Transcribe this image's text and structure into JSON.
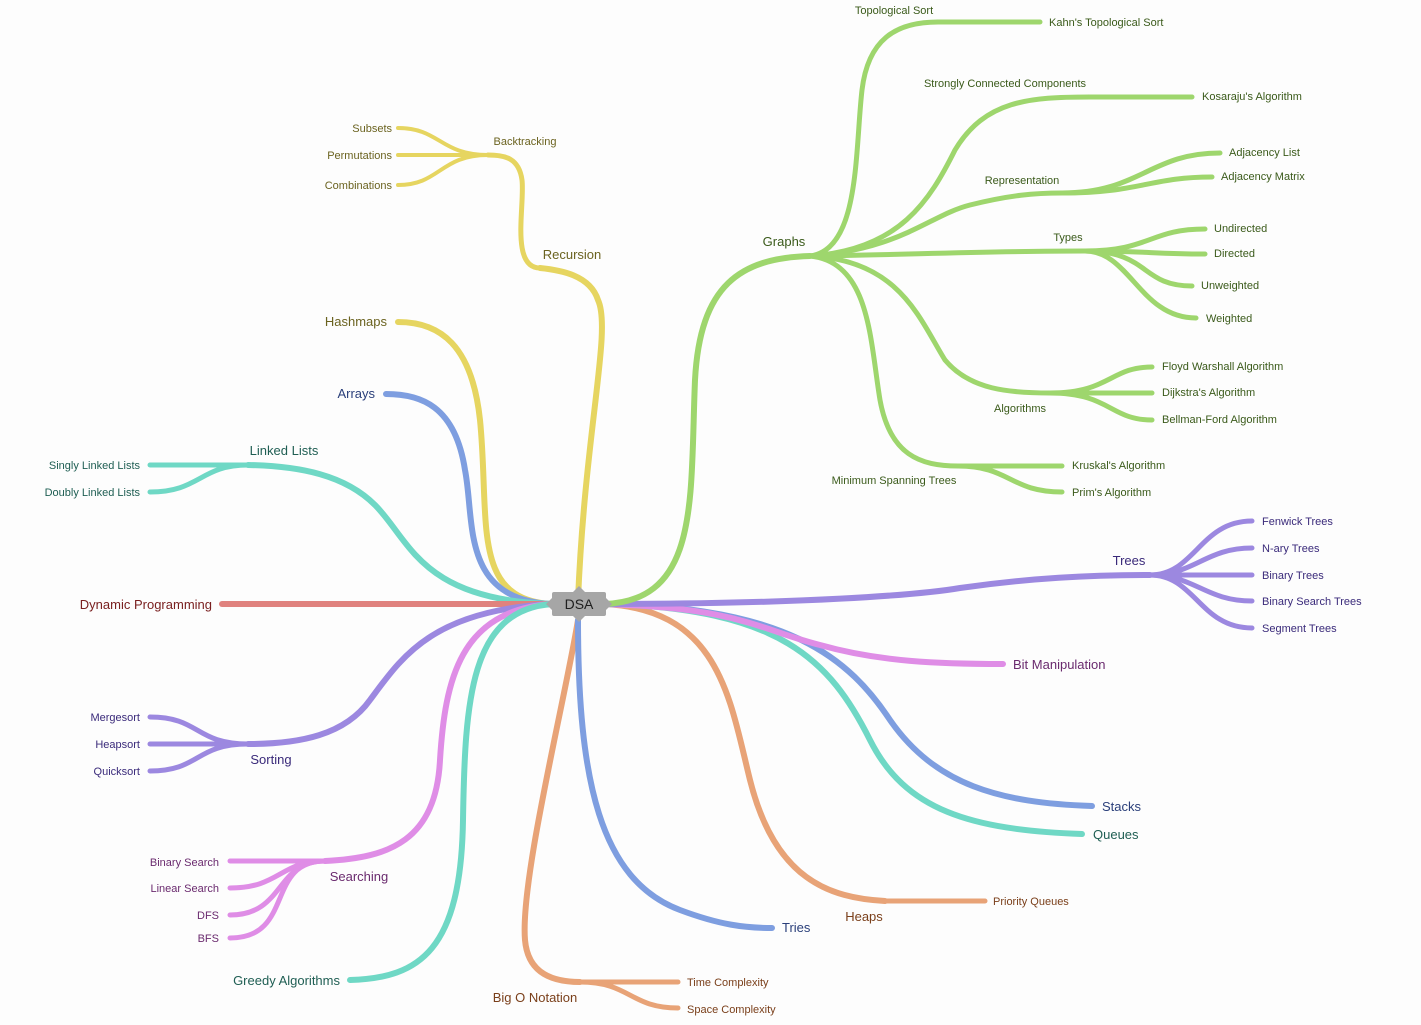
{
  "root": "DSA",
  "colors": {
    "recursion": "#e6d560",
    "hashmaps": "#e6d560",
    "arrays": "#7e9ee0",
    "linked": "#6fd8c5",
    "dp": "#e0827e",
    "sorting": "#9c88e0",
    "searching": "#df8de6",
    "greedy": "#6fd8c5",
    "bigo": "#e8a377",
    "tries": "#7e9ee0",
    "heaps": "#e8a377",
    "queues": "#6fd8c5",
    "stacks": "#7e9ee0",
    "bit": "#df8de6",
    "trees": "#9c88e0",
    "graphs": "#9ed66d"
  },
  "nodes": {
    "recursion": "Recursion",
    "backtracking": "Backtracking",
    "subsets": "Subsets",
    "permutations": "Permutations",
    "combinations": "Combinations",
    "hashmaps": "Hashmaps",
    "arrays": "Arrays",
    "linked_lists": "Linked Lists",
    "singly": "Singly Linked Lists",
    "doubly": "Doubly Linked Lists",
    "dp": "Dynamic Programming",
    "sorting": "Sorting",
    "mergesort": "Mergesort",
    "heapsort": "Heapsort",
    "quicksort": "Quicksort",
    "searching": "Searching",
    "binary_search": "Binary Search",
    "linear_search": "Linear Search",
    "dfs": "DFS",
    "bfs": "BFS",
    "greedy": "Greedy Algorithms",
    "bigo": "Big O Notation",
    "time": "Time Complexity",
    "space": "Space Complexity",
    "tries": "Tries",
    "heaps": "Heaps",
    "priority": "Priority Queues",
    "queues": "Queues",
    "stacks": "Stacks",
    "bit": "Bit Manipulation",
    "trees": "Trees",
    "fenwick": "Fenwick Trees",
    "nary": "N-ary Trees",
    "binary_trees": "Binary Trees",
    "bst": "Binary Search Trees",
    "segment": "Segment Trees",
    "graphs": "Graphs",
    "topo": "Topological Sort",
    "kahn": "Kahn's Topological Sort",
    "scc": "Strongly Connected Components",
    "kosaraju": "Kosaraju's Algorithm",
    "representation": "Representation",
    "adj_list": "Adjacency List",
    "adj_matrix": "Adjacency Matrix",
    "types": "Types",
    "undirected": "Undirected",
    "directed": "Directed",
    "unweighted": "Unweighted",
    "weighted": "Weighted",
    "algorithms": "Algorithms",
    "floyd": "Floyd Warshall Algorithm",
    "dijkstra": "Dijkstra's Algorithm",
    "bellman": "Bellman-Ford Algorithm",
    "mst": "Minimum Spanning Trees",
    "kruskal": "Kruskal's Algorithm",
    "prim": "Prim's Algorithm"
  }
}
